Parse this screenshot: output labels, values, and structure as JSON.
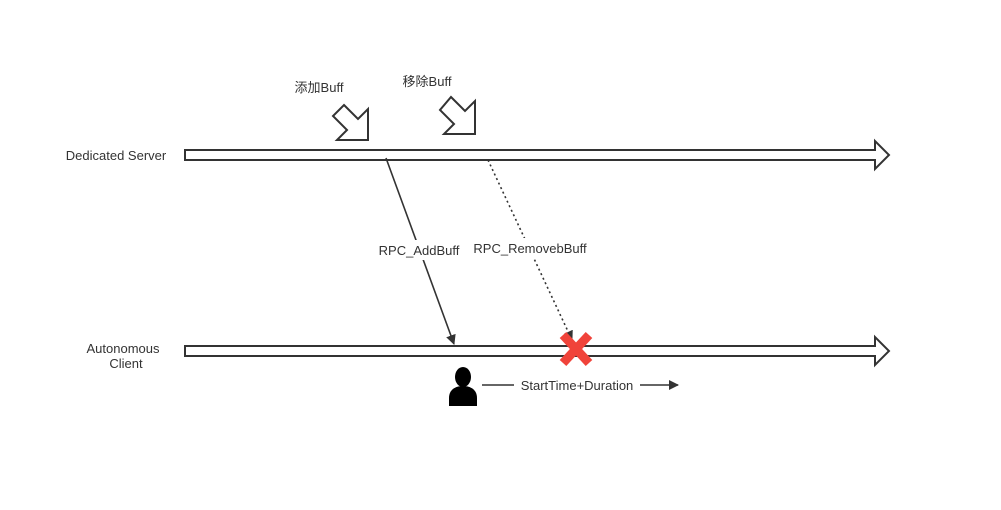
{
  "lanes": {
    "server_label": "Dedicated Server",
    "client_label_line1": "Autonomous",
    "client_label_line2": "Client"
  },
  "events": {
    "add_buff": "添加Buff",
    "remove_buff": "移除Buff"
  },
  "messages": {
    "rpc_add": "RPC_AddBuff",
    "rpc_remove": "RPC_RemovebBuff"
  },
  "client_action": {
    "duration_label": "StartTime+Duration"
  },
  "colors": {
    "stroke": "#333333",
    "cancel_mark": "#f0433a",
    "figure": "#000000"
  },
  "icons": {
    "cancel": "x-mark-icon",
    "user": "user-icon"
  }
}
